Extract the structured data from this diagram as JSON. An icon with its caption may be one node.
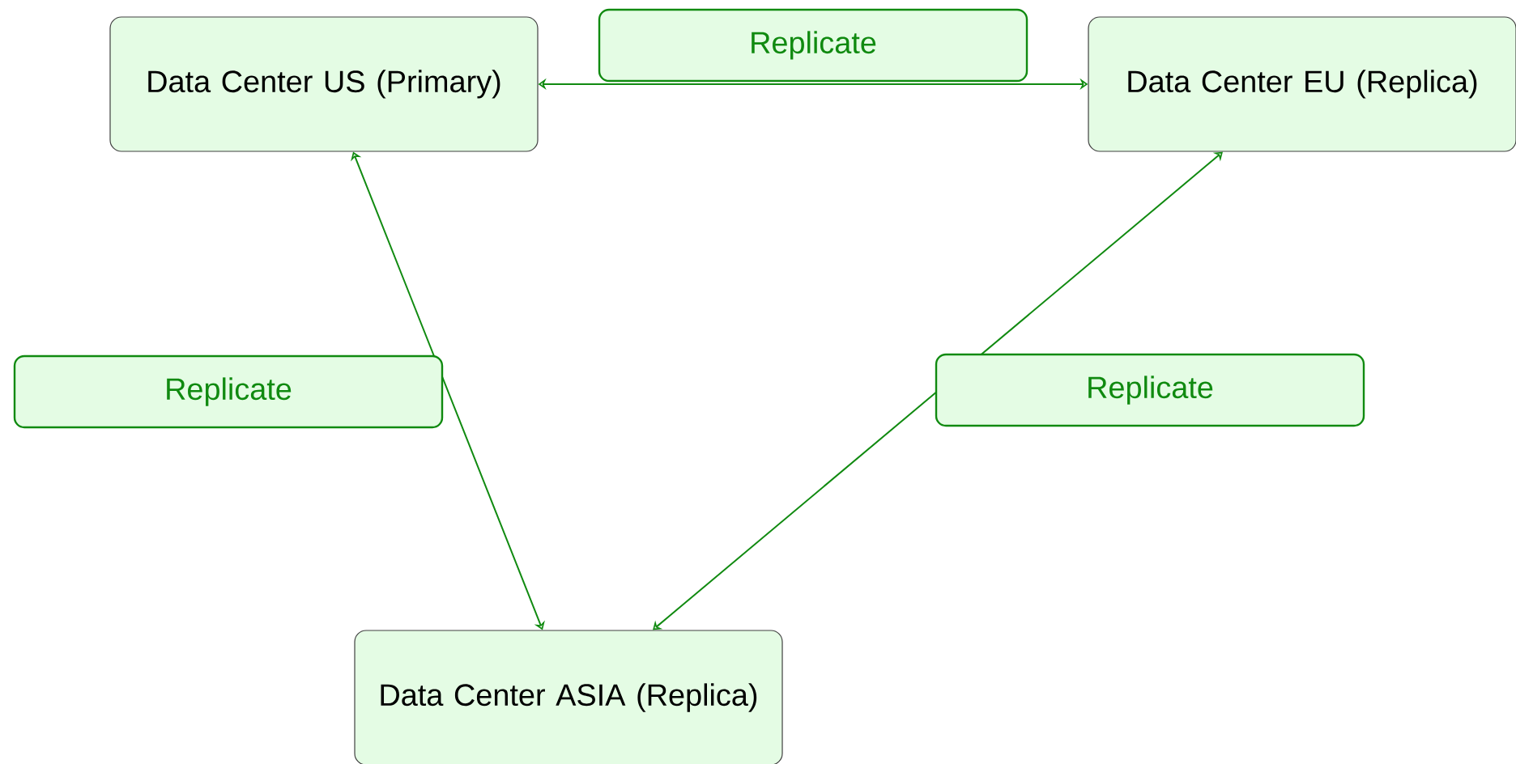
{
  "diagram": {
    "nodes": [
      {
        "text": [
          "Data Center US (Primary)"
        ]
      },
      {
        "text": [
          "Data Center EU (Replica)"
        ]
      },
      {
        "text": [
          "Data Center ASIA (Replica)"
        ]
      }
    ],
    "edges": [
      {
        "from": 0,
        "to": 1,
        "arrow": "both",
        "label": "Replicate"
      },
      {
        "from": 0,
        "to": 2,
        "arrow": "both",
        "label": "Replicate"
      },
      {
        "from": 1,
        "to": 2,
        "arrow": "both",
        "label": "Replicate"
      }
    ]
  }
}
